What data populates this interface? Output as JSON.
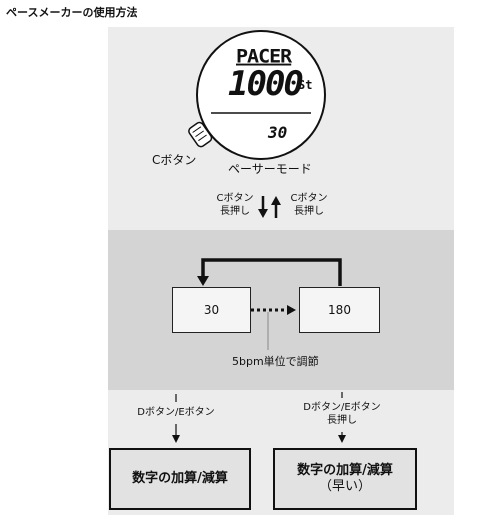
{
  "title": "ペースメーカーの使用方法",
  "watch": {
    "mode_text": "PACER",
    "main_value": "1000",
    "main_unit": "St",
    "sub_value": "30"
  },
  "labels": {
    "c_button": "Cボタン",
    "pacer_mode": "ペーサーモード",
    "c_long_left_line1": "Cボタン",
    "c_long_left_line2": "長押し",
    "c_long_right_line1": "Cボタン",
    "c_long_right_line2": "長押し",
    "range_min": "30",
    "range_max": "180",
    "step_note": "5bpm単位で調節",
    "d_e_button": "Dボタン/Eボタン",
    "d_e_long_line1": "Dボタン/Eボタン",
    "d_e_long_line2": "長押し",
    "result_left": "数字の加算/減算",
    "result_right_line1": "数字の加算/減算",
    "result_right_line2": "（早い）"
  }
}
